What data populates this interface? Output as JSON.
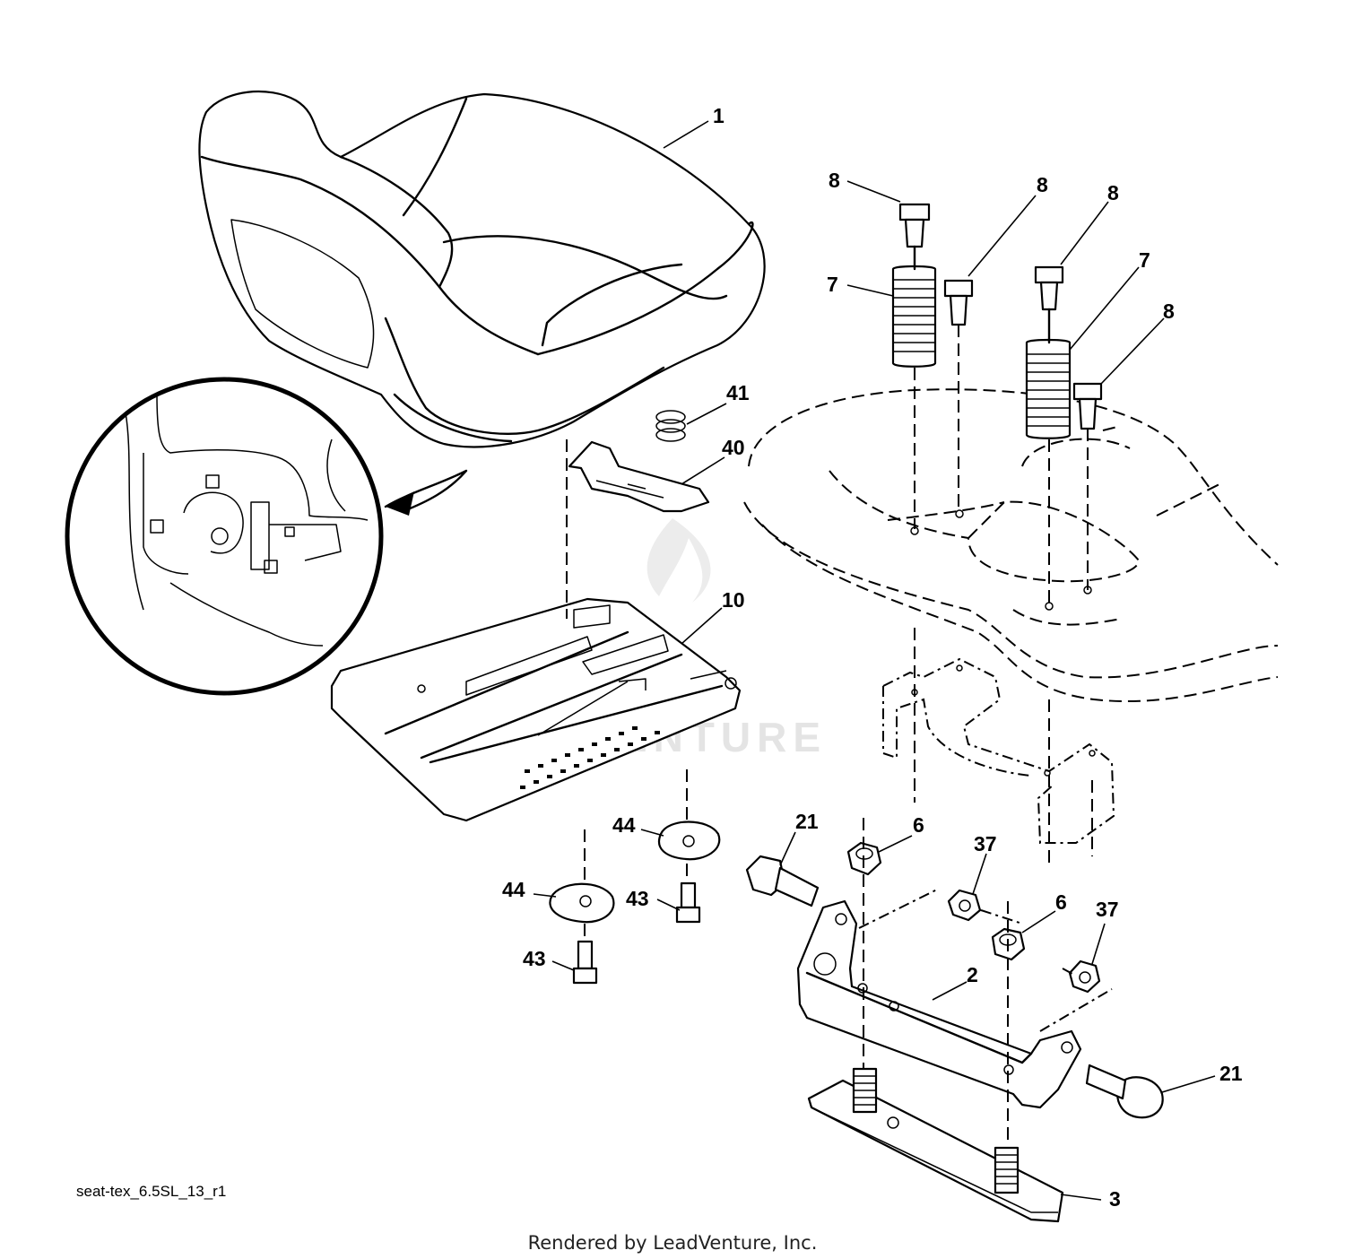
{
  "diagram": {
    "reference_code": "seat-tex_6.5SL_13_r1",
    "footer": "Rendered by LeadVenture, Inc.",
    "callouts": [
      {
        "id": "1",
        "label": "1"
      },
      {
        "id": "8a",
        "label": "8"
      },
      {
        "id": "8b",
        "label": "8"
      },
      {
        "id": "8c",
        "label": "8"
      },
      {
        "id": "8d",
        "label": "8"
      },
      {
        "id": "7a",
        "label": "7"
      },
      {
        "id": "7b",
        "label": "7"
      },
      {
        "id": "41",
        "label": "41"
      },
      {
        "id": "40",
        "label": "40"
      },
      {
        "id": "10",
        "label": "10"
      },
      {
        "id": "44a",
        "label": "44"
      },
      {
        "id": "44b",
        "label": "44"
      },
      {
        "id": "43a",
        "label": "43"
      },
      {
        "id": "43b",
        "label": "43"
      },
      {
        "id": "21a",
        "label": "21"
      },
      {
        "id": "21b",
        "label": "21"
      },
      {
        "id": "6a",
        "label": "6"
      },
      {
        "id": "6b",
        "label": "6"
      },
      {
        "id": "37a",
        "label": "37"
      },
      {
        "id": "37b",
        "label": "37"
      },
      {
        "id": "2",
        "label": "2"
      },
      {
        "id": "3",
        "label": "3"
      }
    ]
  }
}
